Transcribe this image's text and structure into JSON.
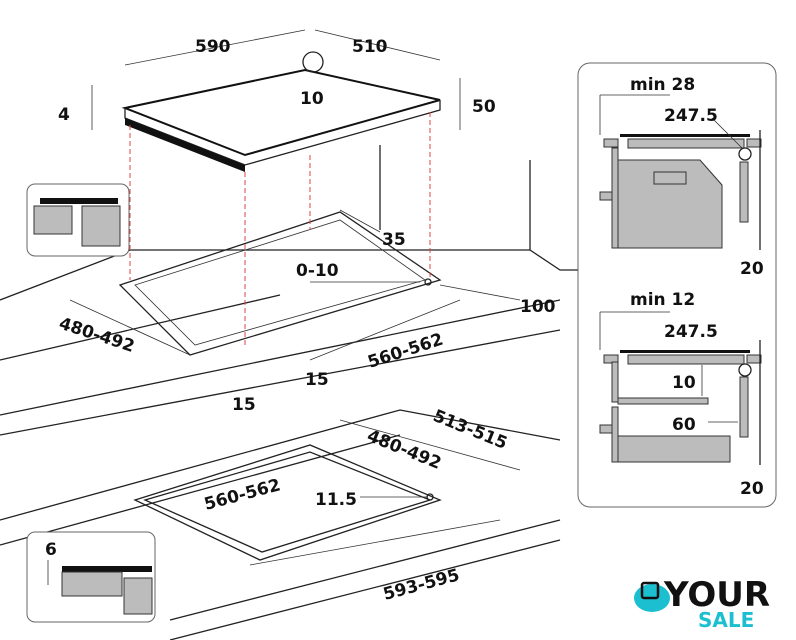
{
  "top_view": {
    "width": "590",
    "depth": "510",
    "corner_radius": "10",
    "glass_thickness": "4",
    "height": "50",
    "back_offset": "35",
    "corner_tolerance": "0-10",
    "rear_clearance": "100",
    "cutout_depth": "480-492",
    "cutout_width": "560-562",
    "front_offset_a": "15",
    "front_offset_b": "15"
  },
  "flush_view": {
    "outer_depth": "513-515",
    "cutout_depth": "480-492",
    "cutout_width": "560-562",
    "corner_radius": "11.5",
    "outer_width": "593-595",
    "recess_depth": "6"
  },
  "side_panel": {
    "oven": {
      "min_gap": "min 28",
      "radius": "247.5",
      "wall_gap": "20"
    },
    "drawer": {
      "min_gap": "min 12",
      "radius": "247.5",
      "shelf_gap": "10",
      "side_gap": "60",
      "wall_gap": "20"
    }
  },
  "logo": {
    "line1": "YOUR",
    "line2": "SALE",
    "accent": "#1bbfcf"
  }
}
